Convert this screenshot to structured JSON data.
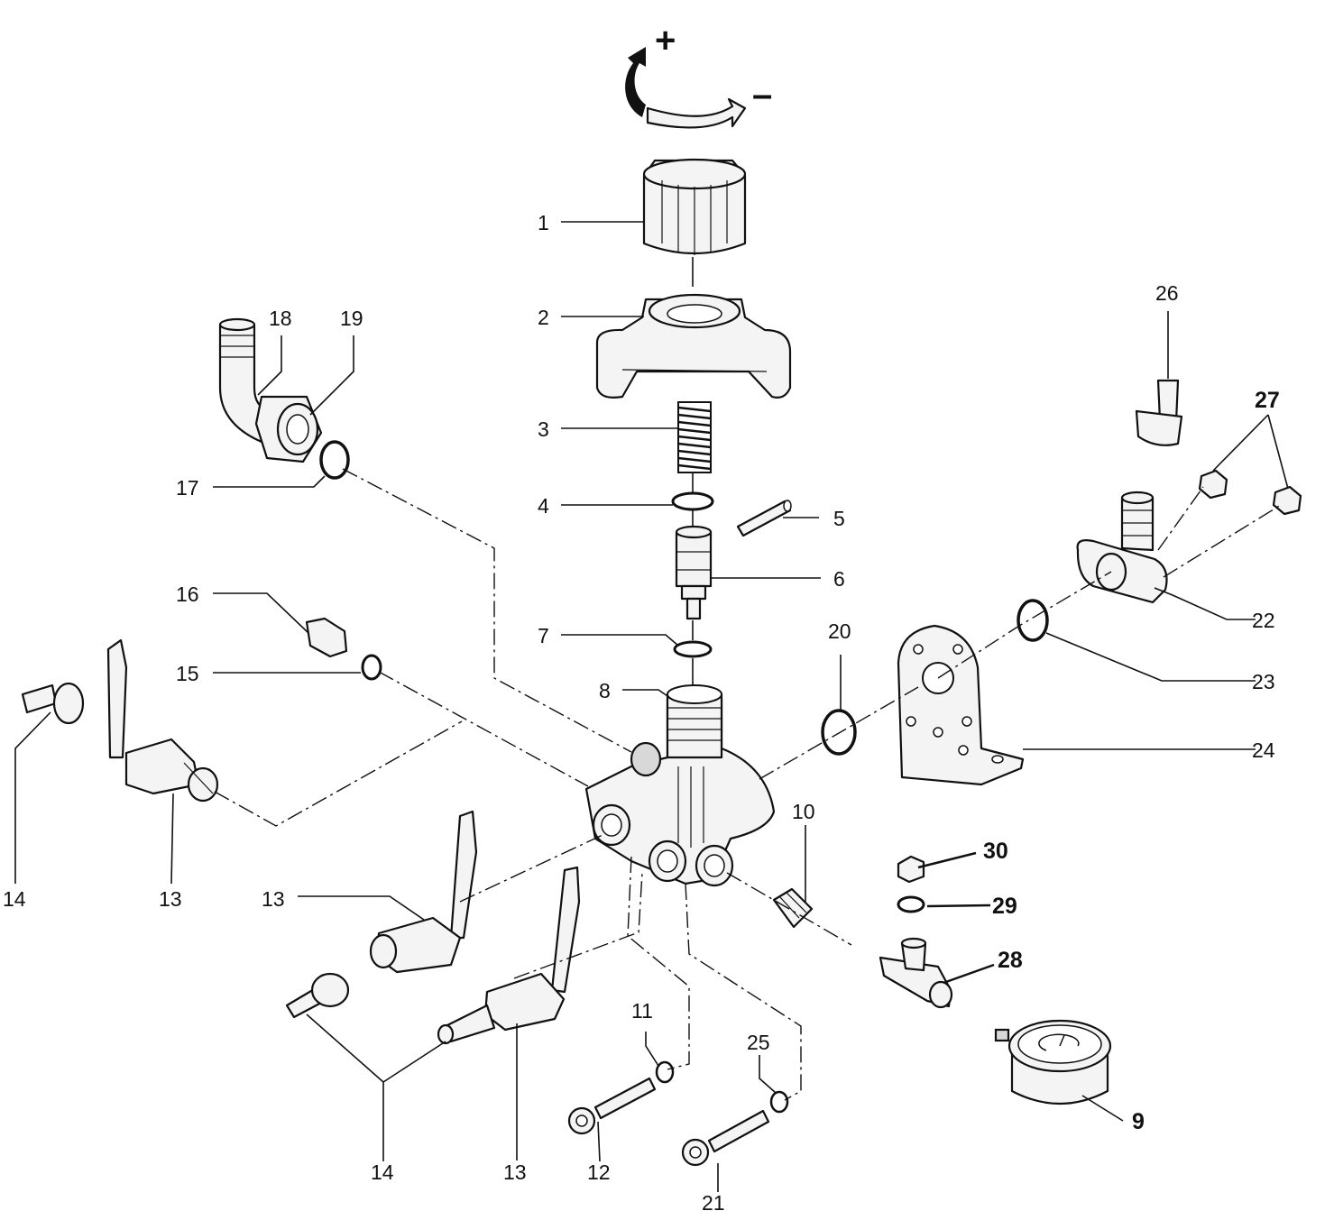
{
  "rotation": {
    "plus": "+",
    "minus": "–"
  },
  "labels": {
    "l1": "1",
    "l2": "2",
    "l3": "3",
    "l4": "4",
    "l5": "5",
    "l6": "6",
    "l7": "7",
    "l8": "8",
    "l9": "9",
    "l10": "10",
    "l11": "11",
    "l12": "12",
    "l13a": "13",
    "l13b": "13",
    "l13c": "13",
    "l14a": "14",
    "l14b": "14",
    "l15": "15",
    "l16": "16",
    "l17": "17",
    "l18": "18",
    "l19": "19",
    "l20": "20",
    "l21": "21",
    "l22": "22",
    "l23": "23",
    "l24": "24",
    "l25": "25",
    "l26": "26",
    "l27": "27",
    "l28": "28",
    "l29": "29",
    "l30": "30"
  }
}
